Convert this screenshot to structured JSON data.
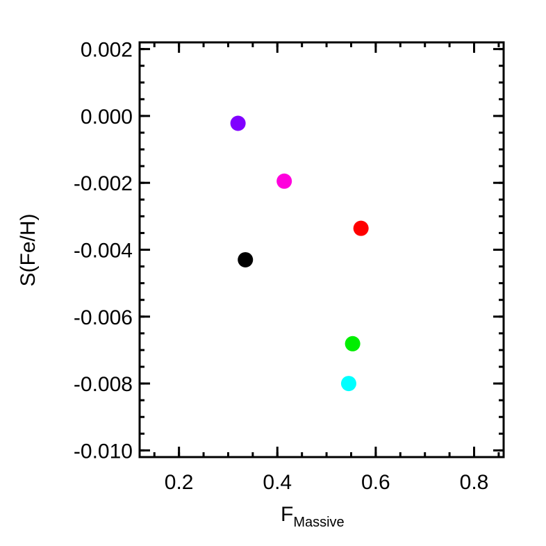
{
  "chart_data": {
    "type": "scatter",
    "title": "",
    "xlabel": "F",
    "xlabel_subscript": "Massive",
    "ylabel": "S(Fe/H)",
    "xlim": [
      0.12,
      0.86
    ],
    "ylim": [
      -0.0102,
      0.0022
    ],
    "x_ticks": [
      0.2,
      0.4,
      0.6,
      0.8
    ],
    "x_tick_labels": [
      "0.2",
      "0.4",
      "0.6",
      "0.8"
    ],
    "x_minor_step": 0.05,
    "y_ticks": [
      0.002,
      0.0,
      -0.002,
      -0.004,
      -0.006,
      -0.008,
      -0.01
    ],
    "y_tick_labels": [
      "0.002",
      "0.000",
      "-0.002",
      "-0.004",
      "-0.006",
      "-0.008",
      "-0.010"
    ],
    "y_minor_step": 0.0005,
    "grid": false,
    "points": [
      {
        "x": 0.32,
        "y": -0.00022,
        "color": "#8000ff"
      },
      {
        "x": 0.414,
        "y": -0.00195,
        "color": "#ff00dd"
      },
      {
        "x": 0.57,
        "y": -0.00336,
        "color": "#ff0000"
      },
      {
        "x": 0.335,
        "y": -0.0043,
        "color": "#000000"
      },
      {
        "x": 0.553,
        "y": -0.00681,
        "color": "#00ee00"
      },
      {
        "x": 0.545,
        "y": -0.008,
        "color": "#00ffff"
      }
    ]
  }
}
